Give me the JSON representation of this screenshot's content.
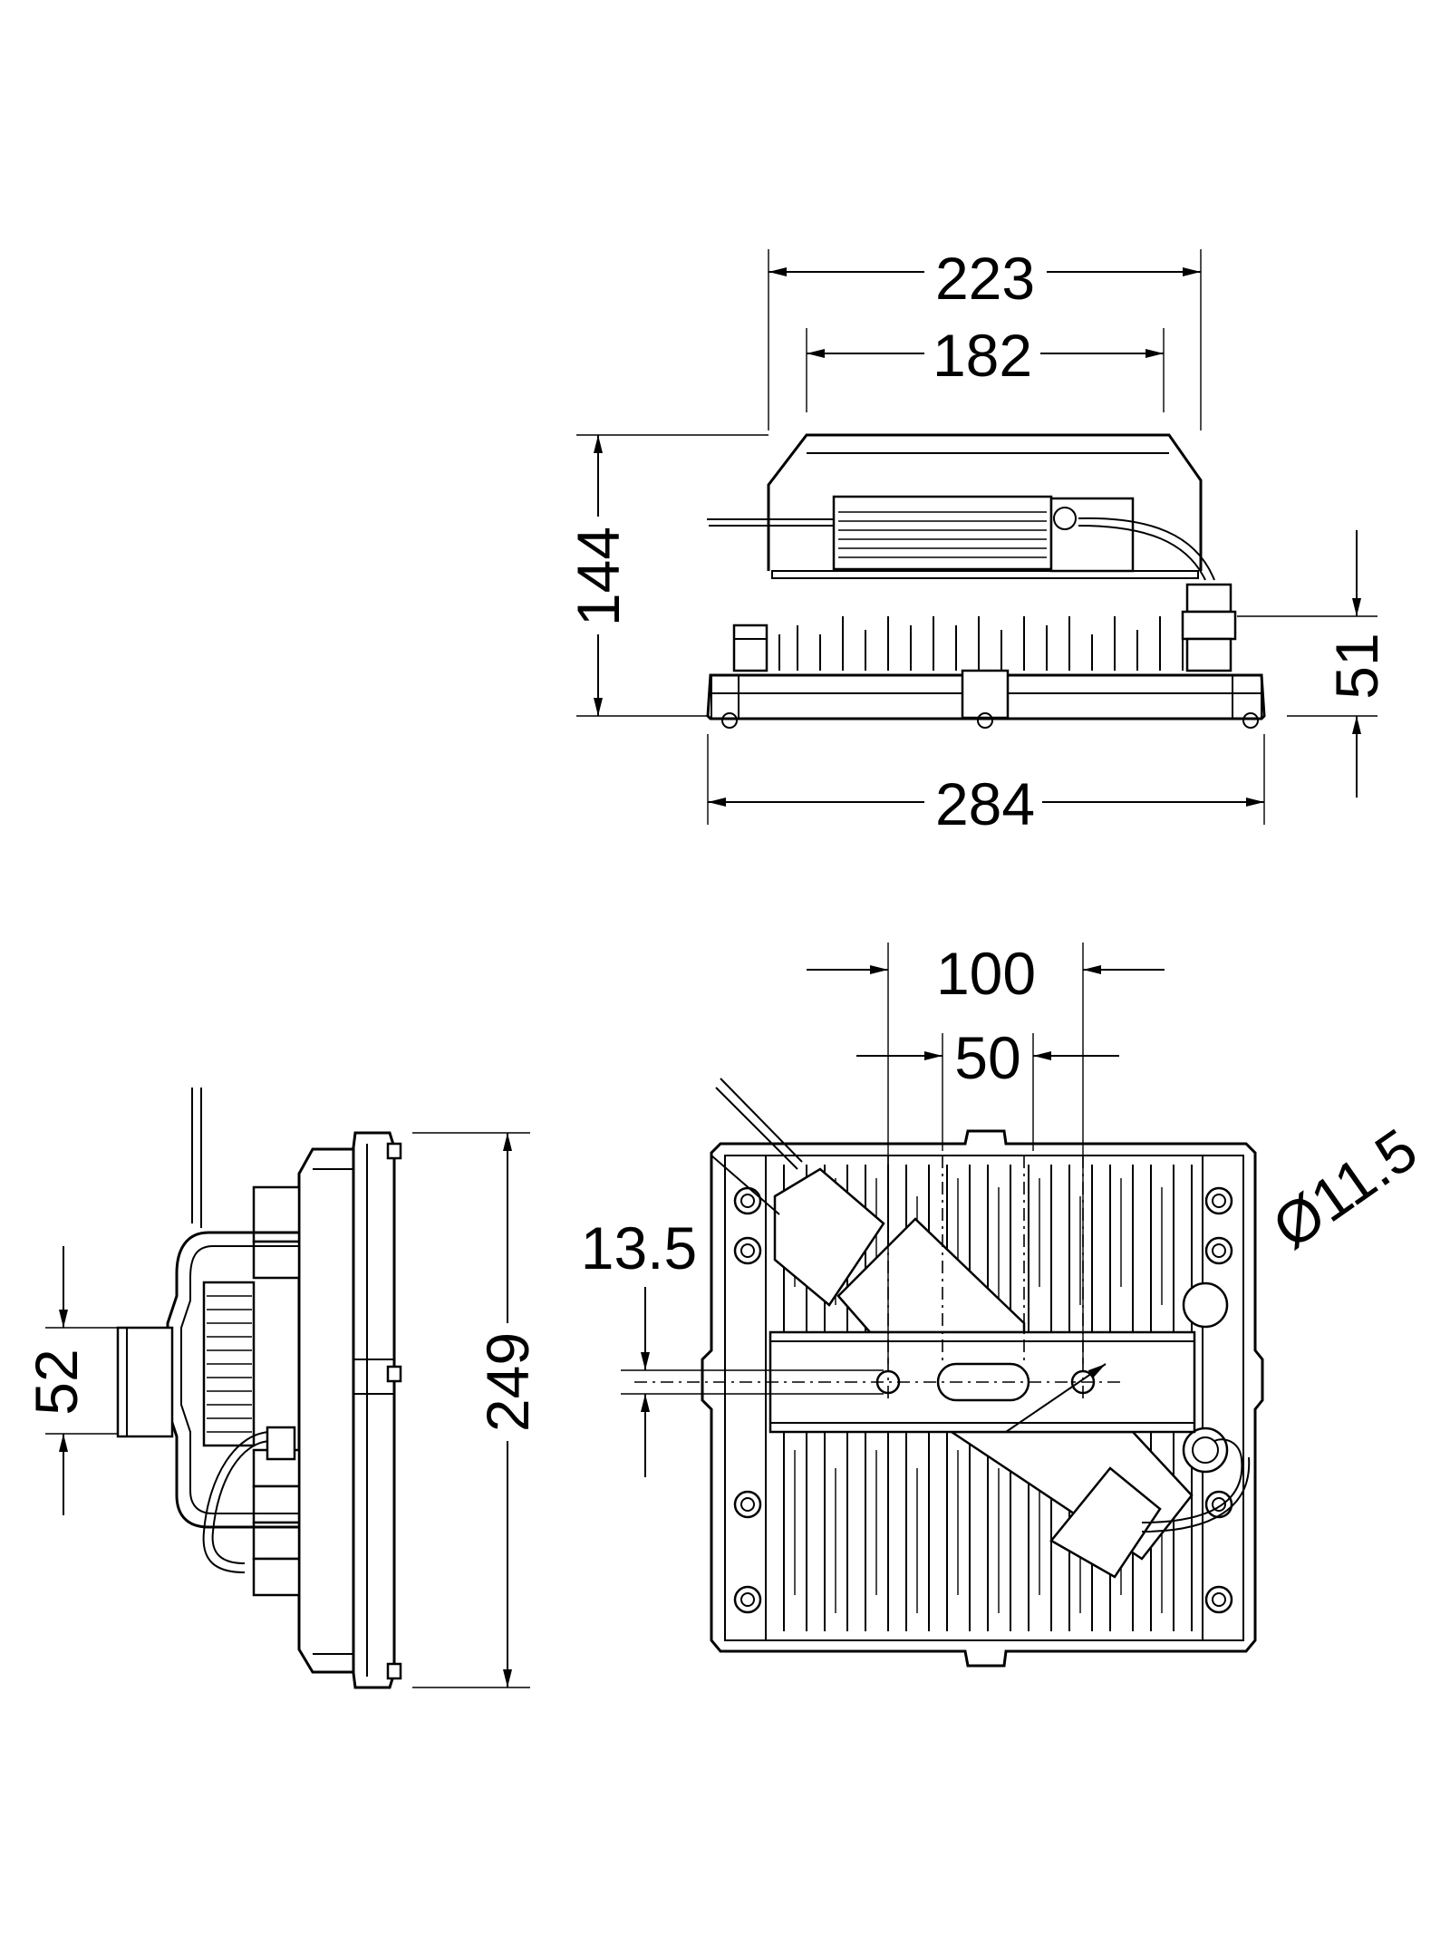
{
  "dimensions": {
    "top_width_outer": "223",
    "top_width_inner": "182",
    "height_total": "144",
    "height_base": "51",
    "width_base": "284",
    "bracket_spacing_outer": "100",
    "bracket_spacing_inner": "50",
    "slot_width": "13.5",
    "hole_diameter": "Ø11.5",
    "side_depth": "52",
    "side_height": "249"
  }
}
